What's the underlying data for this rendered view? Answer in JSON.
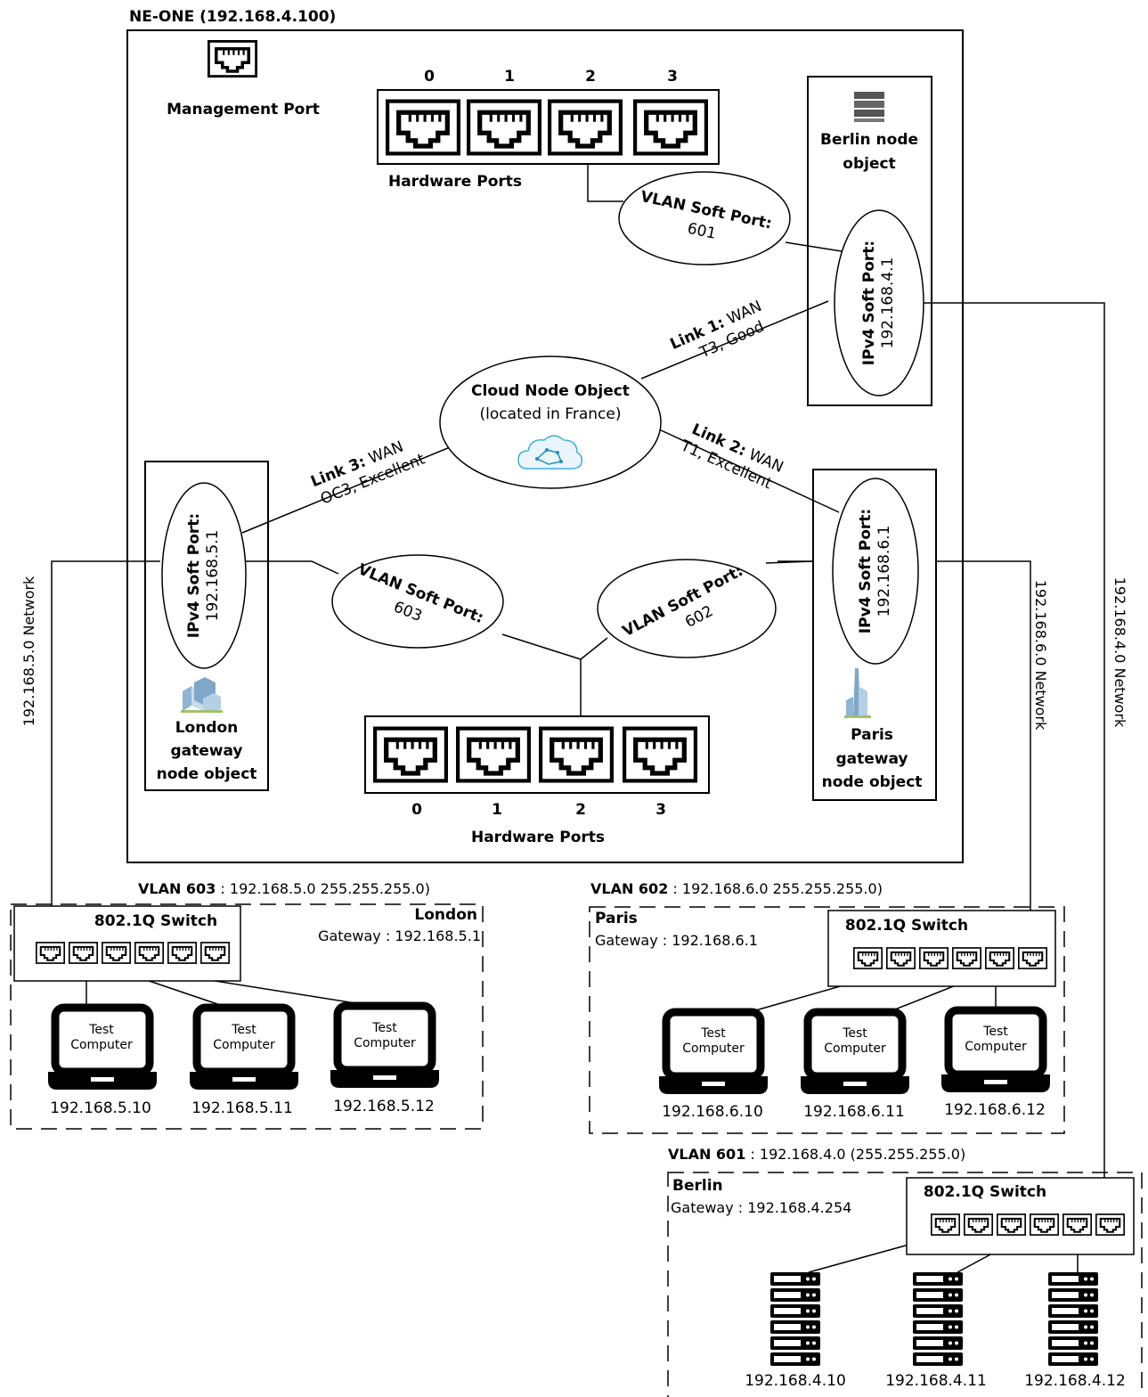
{
  "ne_one": {
    "title": "NE-ONE (192.168.4.100)",
    "management_port_label": "Management Port",
    "top_ports": [
      "0",
      "1",
      "2",
      "3"
    ],
    "top_ports_label": "Hardware Ports",
    "bottom_ports": [
      "0",
      "1",
      "2",
      "3"
    ],
    "bottom_ports_label": "Hardware Ports"
  },
  "berlin_node": {
    "label_line1": "Berlin node",
    "label_line2": "object",
    "soft_port_label": "IPv4 Soft Port:",
    "soft_port_ip": "192.168.4.1"
  },
  "london_node": {
    "soft_port_label": "IPv4 Soft Port:",
    "soft_port_ip": "192.168.5.1",
    "label_line1": "London",
    "label_line2": "gateway",
    "label_line3": "node object"
  },
  "paris_node": {
    "soft_port_label": "IPv4 Soft Port:",
    "soft_port_ip": "192.168.6.1",
    "label_line1": "Paris",
    "label_line2": "gateway",
    "label_line3": "node object"
  },
  "cloud": {
    "title": "Cloud Node Object",
    "subtitle": "(located in France)"
  },
  "vlan_soft_ports": [
    {
      "label": "VLAN Soft Port:",
      "id": "601"
    },
    {
      "label": "VLAN Soft Port:",
      "id": "603"
    },
    {
      "label": "VLAN Soft Port:",
      "id": "602"
    }
  ],
  "links": [
    {
      "name": "Link 1:",
      "type": " WAN",
      "detail": "T3, Good"
    },
    {
      "name": "Link 2:",
      "type": " WAN",
      "detail": "T1, Excellent"
    },
    {
      "name": "Link 3:",
      "type": " WAN",
      "detail": "OC3, Excellent"
    }
  ],
  "networks": {
    "n5": "192.168.5.0 Network",
    "n6": "192.168.6.0 Network",
    "n4": "192.168.4.0 Network"
  },
  "london_site": {
    "vlan_name": "VLAN 603",
    "vlan_detail": " : 192.168.5.0 255.255.255.0)",
    "site": "London",
    "gateway": "Gateway : 192.168.5.1",
    "switch_label": "802.1Q Switch",
    "computer_label_1": "Test",
    "computer_label_2": "Computer",
    "hosts": [
      "192.168.5.10",
      "192.168.5.11",
      "192.168.5.12"
    ]
  },
  "paris_site": {
    "vlan_name": "VLAN 602",
    "vlan_detail": " : 192.168.6.0 255.255.255.0)",
    "site": "Paris",
    "gateway": "Gateway : 192.168.6.1",
    "switch_label": "802.1Q Switch",
    "computer_label_1": "Test",
    "computer_label_2": "Computer",
    "hosts": [
      "192.168.6.10",
      "192.168.6.11",
      "192.168.6.12"
    ]
  },
  "berlin_site": {
    "vlan_name": "VLAN 601",
    "vlan_detail": " : 192.168.4.0 (255.255.255.0)",
    "site": "Berlin",
    "gateway": "Gateway : 192.168.4.254",
    "switch_label": "802.1Q Switch",
    "hosts": [
      "192.168.4.10",
      "192.168.4.11",
      "192.168.4.12"
    ]
  },
  "colors": {
    "line": "#000000",
    "cloud_accent": "#3ab0e0",
    "building": "#7fa7c8"
  }
}
